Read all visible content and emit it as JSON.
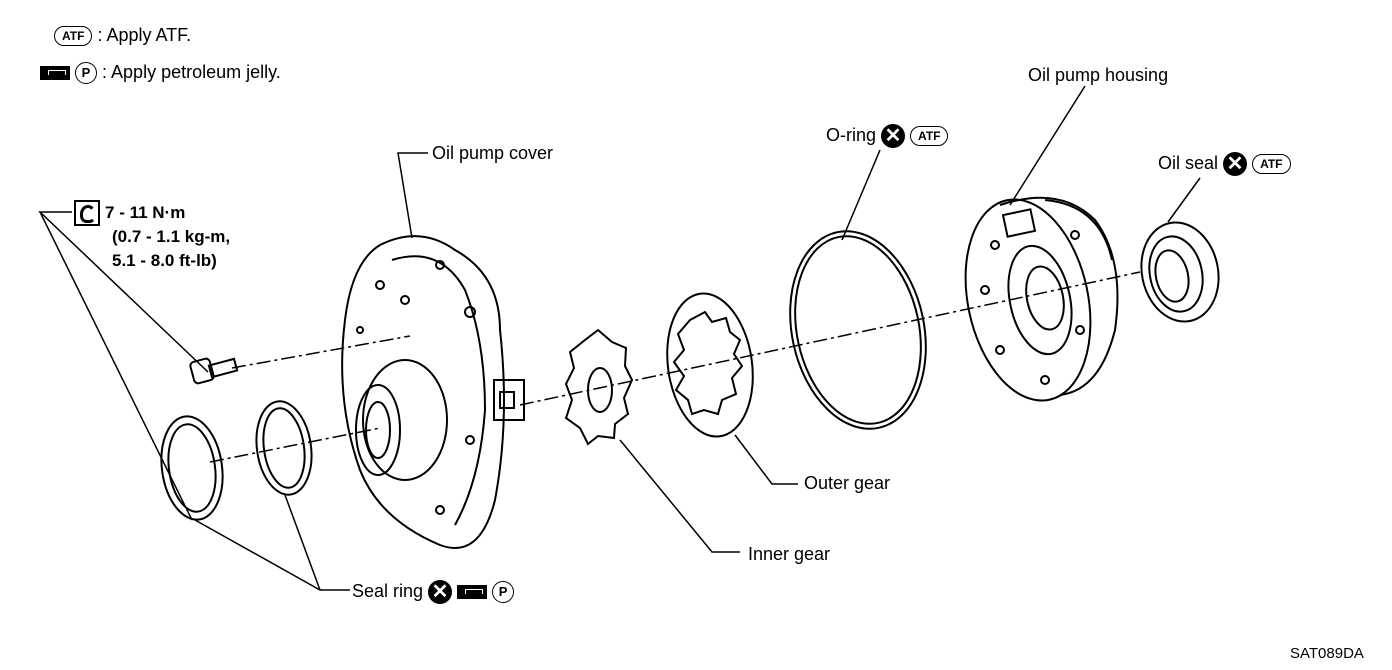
{
  "legend": {
    "atf_symbol": "ATF",
    "atf_text": ": Apply ATF.",
    "jelly_symbol": "P",
    "jelly_text": ": Apply petroleum jelly."
  },
  "labels": {
    "oil_pump_cover": "Oil pump cover",
    "oil_pump_housing": "Oil pump housing",
    "o_ring": "O-ring",
    "oil_seal": "Oil seal",
    "outer_gear": "Outer gear",
    "inner_gear": "Inner gear",
    "seal_ring": "Seal ring"
  },
  "torque": {
    "line1": "7 - 11 N·m",
    "line2": "(0.7 - 1.1 kg-m,",
    "line3": "5.1 - 8.0 ft-lb)"
  },
  "symbols": {
    "atf": "ATF",
    "p": "P",
    "x": "✕"
  },
  "figure_code": "SAT089DA"
}
